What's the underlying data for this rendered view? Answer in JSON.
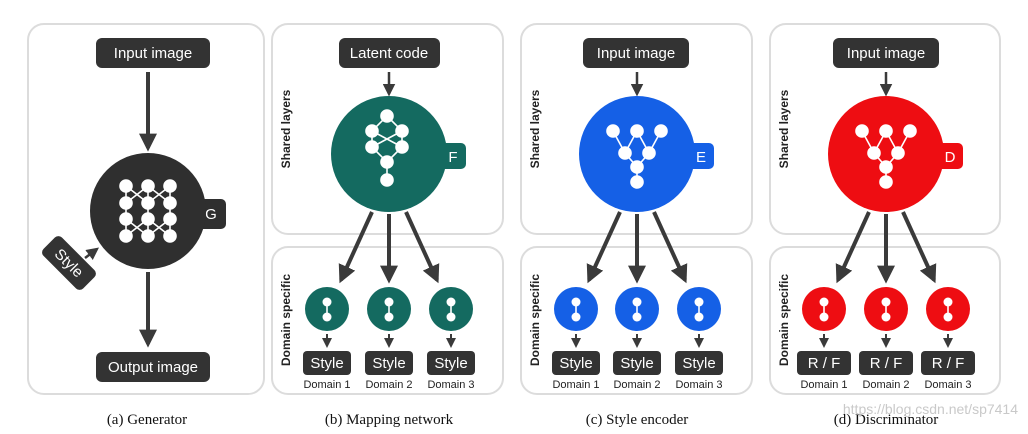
{
  "colors": {
    "generator": "#2f2f2f",
    "mapping": "#146a60",
    "encoder": "#1560e6",
    "discriminator": "#ee0d12",
    "pill": "#333333",
    "panel_border": "#dcdcdc",
    "arrow": "#3a3a3a"
  },
  "generator": {
    "input_label": "Input image",
    "output_label": "Output image",
    "tag": "G",
    "style_label": "Style",
    "caption": "(a) Generator"
  },
  "mapping": {
    "input_label": "Latent code",
    "tag": "F",
    "shared_label": "Shared layers",
    "domain_label": "Domain specific",
    "outputs": [
      "Style",
      "Style",
      "Style"
    ],
    "domains": [
      "Domain 1",
      "Domain 2",
      "Domain 3"
    ],
    "caption": "(b) Mapping network"
  },
  "encoder": {
    "input_label": "Input image",
    "tag": "E",
    "shared_label": "Shared layers",
    "domain_label": "Domain specific",
    "outputs": [
      "Style",
      "Style",
      "Style"
    ],
    "domains": [
      "Domain 1",
      "Domain 2",
      "Domain 3"
    ],
    "caption": "(c) Style encoder"
  },
  "discriminator": {
    "input_label": "Input image",
    "tag": "D",
    "shared_label": "Shared layers",
    "domain_label": "Domain specific",
    "outputs": [
      "R / F",
      "R / F",
      "R / F"
    ],
    "domains": [
      "Domain 1",
      "Domain 2",
      "Domain 3"
    ],
    "caption": "(d) Discriminator"
  },
  "watermark": "https://blog.csdn.net/sp7414"
}
